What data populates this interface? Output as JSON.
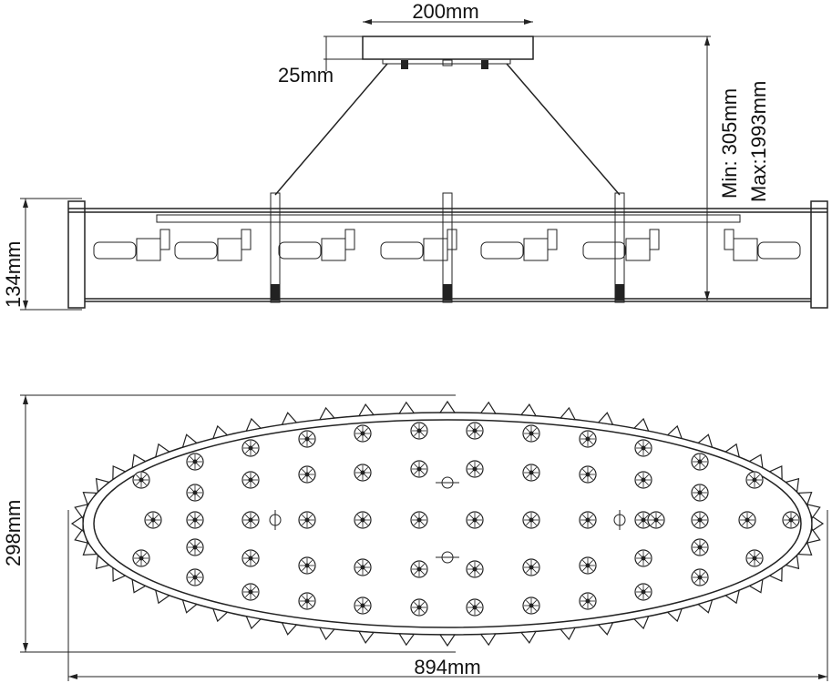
{
  "dimensions": {
    "canopy_width": "200mm",
    "canopy_height": "25mm",
    "min_drop": "Min: 305mm",
    "max_drop": "Max:1993mm",
    "body_height": "134mm",
    "depth": "298mm",
    "length": "894mm"
  },
  "colors": {
    "line": "#222222",
    "background": "#ffffff"
  }
}
